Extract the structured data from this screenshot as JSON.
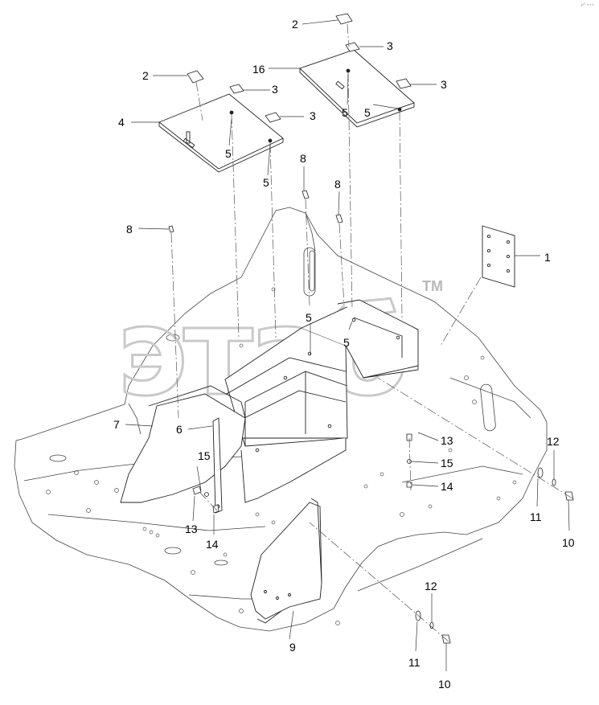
{
  "diagram": {
    "corner_mark": "℘ᵀ ∘∘∘",
    "watermark": {
      "wordmark_text": "этаб",
      "trademark": "TM"
    },
    "callouts": [
      {
        "id": "c1",
        "label": "1"
      },
      {
        "id": "c2a",
        "label": "2"
      },
      {
        "id": "c2b",
        "label": "2"
      },
      {
        "id": "c3a",
        "label": "3"
      },
      {
        "id": "c3b",
        "label": "3"
      },
      {
        "id": "c3c",
        "label": "3"
      },
      {
        "id": "c3d",
        "label": "3"
      },
      {
        "id": "c4",
        "label": "4"
      },
      {
        "id": "c5a",
        "label": "5"
      },
      {
        "id": "c5b",
        "label": "5"
      },
      {
        "id": "c5c",
        "label": "5"
      },
      {
        "id": "c5d",
        "label": "5"
      },
      {
        "id": "c5e",
        "label": "5"
      },
      {
        "id": "c5f",
        "label": "5"
      },
      {
        "id": "c6",
        "label": "6"
      },
      {
        "id": "c7",
        "label": "7"
      },
      {
        "id": "c8a",
        "label": "8"
      },
      {
        "id": "c8b",
        "label": "8"
      },
      {
        "id": "c8c",
        "label": "8"
      },
      {
        "id": "c9",
        "label": "9"
      },
      {
        "id": "c10a",
        "label": "10"
      },
      {
        "id": "c10b",
        "label": "10"
      },
      {
        "id": "c11a",
        "label": "11"
      },
      {
        "id": "c11b",
        "label": "11"
      },
      {
        "id": "c12a",
        "label": "12"
      },
      {
        "id": "c12b",
        "label": "12"
      },
      {
        "id": "c13a",
        "label": "13"
      },
      {
        "id": "c13b",
        "label": "13"
      },
      {
        "id": "c14a",
        "label": "14"
      },
      {
        "id": "c14b",
        "label": "14"
      },
      {
        "id": "c15a",
        "label": "15"
      },
      {
        "id": "c15b",
        "label": "15"
      },
      {
        "id": "c16",
        "label": "16"
      }
    ]
  }
}
